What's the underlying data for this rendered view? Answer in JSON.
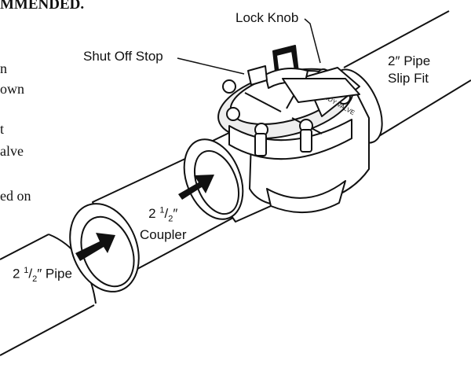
{
  "page": {
    "heading_fragment": "MMENDED.",
    "text_fragments": [
      "n",
      "own",
      "t",
      "alve",
      "ed on"
    ]
  },
  "labels": {
    "lock_knob": "Lock Knob",
    "shut_off_stop": "Shut Off Stop",
    "pipe_2in_line1": "2″ Pipe",
    "pipe_2in_line2": "Slip Fit",
    "coupler_size_whole": "2",
    "coupler_size_num": "1",
    "coupler_size_den": "2",
    "coupler_size_mark": "″",
    "coupler_word": "Coupler",
    "pipe_25_whole": "2",
    "pipe_25_num": "1",
    "pipe_25_den": "2",
    "pipe_25_rest": "″ Pipe"
  },
  "valve_embossed_text": "JANDY VALVE",
  "colors": {
    "line": "#111111",
    "valve_fill": "#eeeeee",
    "arrow_fill": "#111111"
  }
}
